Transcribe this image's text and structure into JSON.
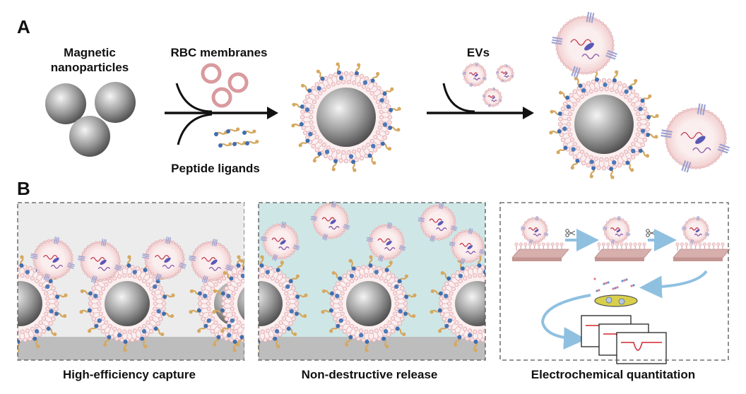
{
  "panel_a": {
    "letter": "A",
    "label_np_line1": "Magnetic",
    "label_np_line2": "nanoparticles",
    "label_rbc": "RBC membranes",
    "label_peptide": "Peptide ligands",
    "label_evs": "EVs"
  },
  "panel_b": {
    "letter": "B",
    "caption_capture": "High-efficiency capture",
    "caption_release": "Non-destructive release",
    "caption_quant": "Electrochemical quantitation"
  },
  "colors": {
    "membrane": "#f2cdcf",
    "lipid_head": "#e0a9ad",
    "sphere": "#8a8a8a",
    "ligand": "#d6a860",
    "ev_receptor": "#9aa0d2",
    "release_bg": "#cfe6e6",
    "capture_bg": "#ececec",
    "floor": "#bdbdbd",
    "arrow_blue": "#8fc0e0"
  }
}
